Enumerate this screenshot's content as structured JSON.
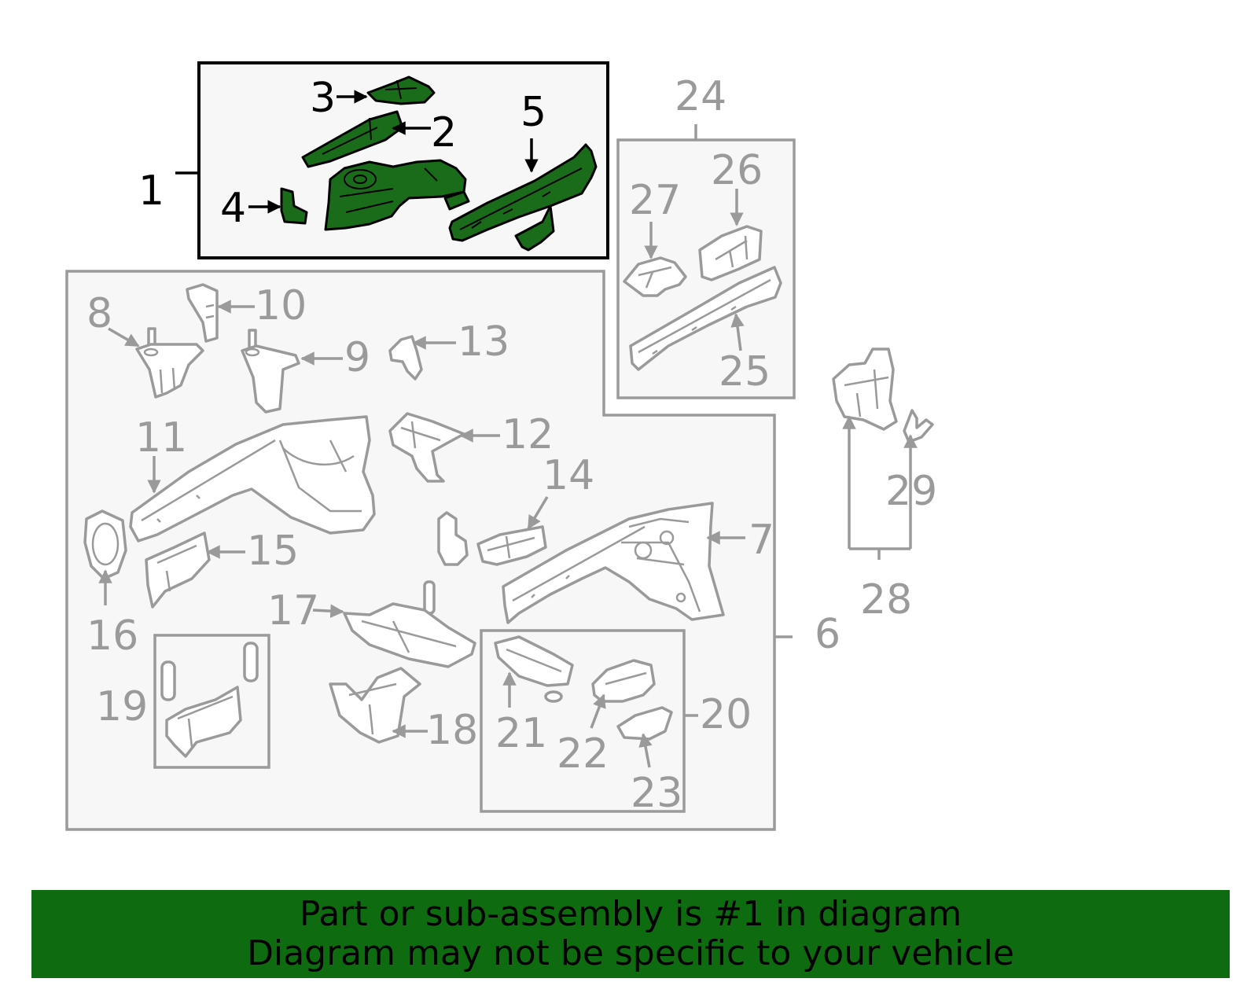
{
  "banner": {
    "line1": "Part or sub-assembly is #1 in diagram",
    "line2": "Diagram may not be specific to your vehicle"
  },
  "colors": {
    "highlight_fill": "#1a6b1a",
    "banner_bg": "#0f6b0f",
    "outline_grey": "#9a9a9a"
  },
  "callouts": {
    "c1": "1",
    "c2": "2",
    "c3": "3",
    "c4": "4",
    "c5": "5",
    "c6": "6",
    "c7": "7",
    "c8": "8",
    "c9": "9",
    "c10": "10",
    "c11": "11",
    "c12": "12",
    "c13": "13",
    "c14": "14",
    "c15": "15",
    "c16": "16",
    "c17": "17",
    "c18": "18",
    "c19": "19",
    "c20": "20",
    "c21": "21",
    "c22": "22",
    "c23": "23",
    "c24": "24",
    "c25": "25",
    "c26": "26",
    "c27": "27",
    "c28": "28",
    "c29": "29"
  }
}
